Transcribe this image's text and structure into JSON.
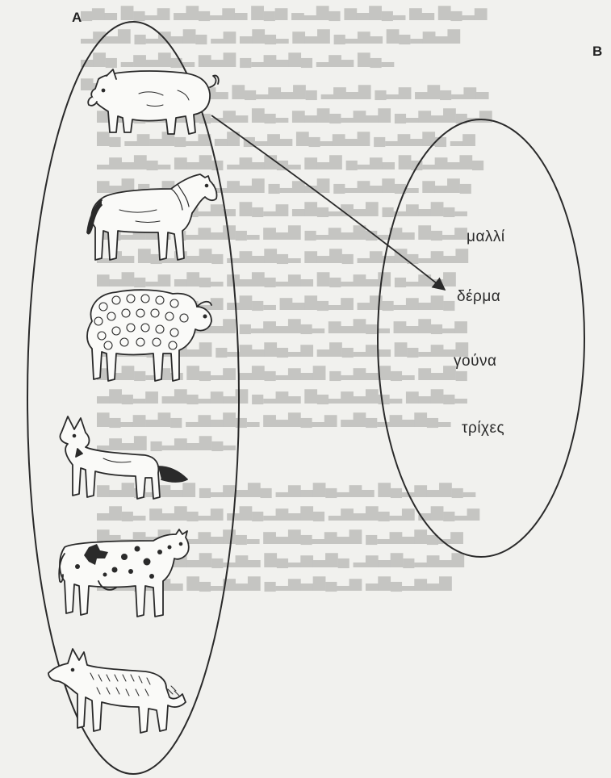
{
  "sets": {
    "a_label": "A",
    "b_label": "B"
  },
  "animals": [
    {
      "name": "pig",
      "icon": "pig-icon"
    },
    {
      "name": "horse",
      "icon": "horse-icon"
    },
    {
      "name": "sheep",
      "icon": "sheep-icon"
    },
    {
      "name": "fox",
      "icon": "fox-icon"
    },
    {
      "name": "cow",
      "icon": "cow-icon"
    },
    {
      "name": "wolf",
      "icon": "wolf-icon"
    }
  ],
  "words": {
    "malli": "μαλλί",
    "derma": "δέρμα",
    "gouna": "γούνα",
    "triches": "τρίχες"
  },
  "mapping": {
    "from": "pig",
    "to": "δέρμα"
  },
  "colors": {
    "ink": "#2a2a2a",
    "paper": "#f1f1ee",
    "bleed": "#6a6a68"
  }
}
